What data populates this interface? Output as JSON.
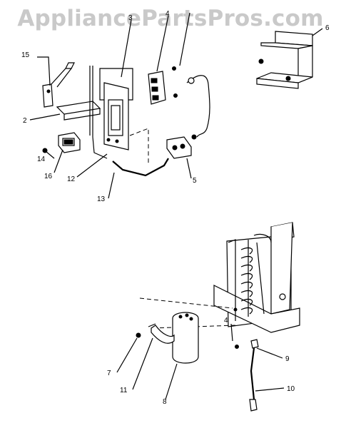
{
  "watermark": "AppliancePartsPros.com",
  "callouts": {
    "c2": "2",
    "c3": "3",
    "c4a": "4",
    "c4b": "4",
    "c5": "5",
    "c6": "6",
    "c7": "7",
    "c8": "8",
    "c9": "9",
    "c10": "10",
    "c11": "11",
    "c12": "12",
    "c13": "13",
    "c14": "14",
    "c15": "15",
    "c16": "16"
  }
}
